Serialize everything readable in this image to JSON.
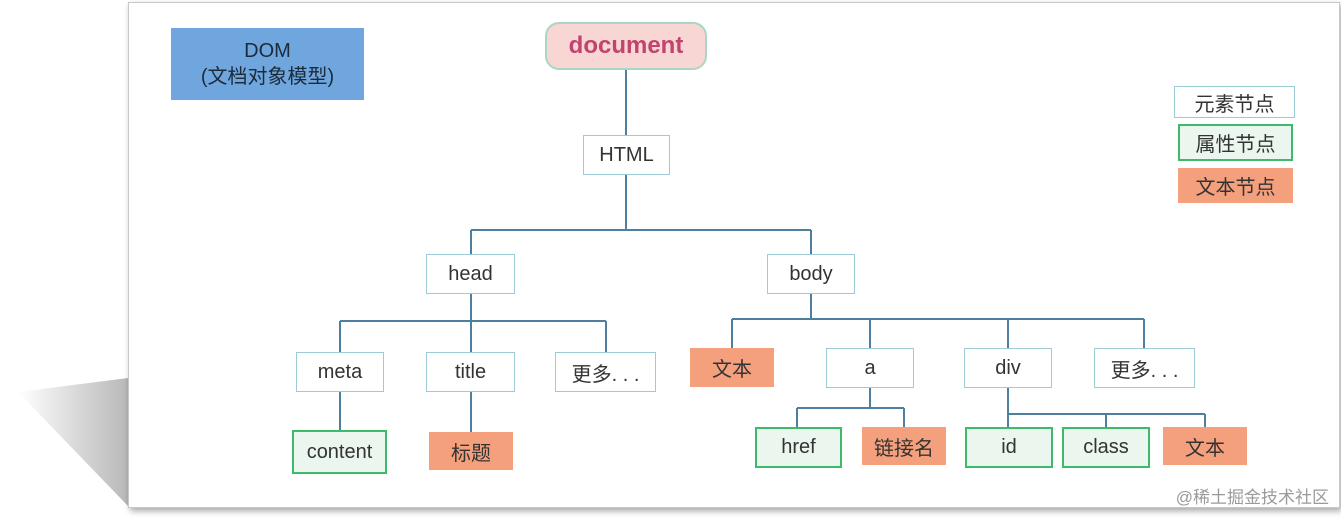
{
  "title_box": {
    "line1": "DOM",
    "line2": "(文档对象模型)"
  },
  "legend": {
    "element": "元素节点",
    "attribute": "属性节点",
    "text": "文本节点"
  },
  "nodes": {
    "document": "document",
    "html": "HTML",
    "head": "head",
    "body": "body",
    "meta": "meta",
    "title": "title",
    "head_more": "更多. . .",
    "body_text": "文本",
    "a": "a",
    "div": "div",
    "body_more": "更多. . .",
    "content": "content",
    "title_text": "标题",
    "href": "href",
    "link_text": "链接名",
    "id": "id",
    "class": "class",
    "div_text": "文本"
  },
  "watermark": "@稀土掘金技术社区",
  "colors": {
    "element_border": "#9ecad6",
    "attribute_border": "#3dbb6a",
    "text_fill": "#f4a07c",
    "document_fill": "#f8d6d4",
    "document_text": "#c0446e",
    "dom_box_fill": "#6fa6dd",
    "connector": "#4d7fa0"
  }
}
